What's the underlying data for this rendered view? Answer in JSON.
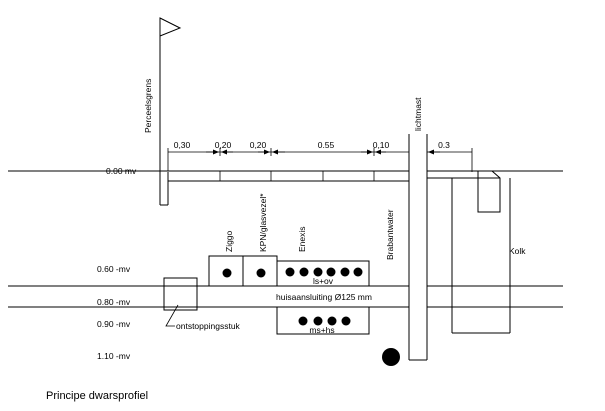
{
  "caption": "Principe dwarsprofiel",
  "levels": {
    "l0": "0.00 mv",
    "l060": "0.60 -mv",
    "l080": "0.80 -mv",
    "l090": "0.90 -mv",
    "l110": "1.10 -mv"
  },
  "dimensions": {
    "d1": "0,30",
    "d2": "0,20",
    "d3": "0,20",
    "d4": "0.55",
    "d5": "0,10",
    "d6": "0.3"
  },
  "vertical_labels": {
    "perceelsgrens": "Perceelsgrens",
    "lichtmast": "lichtmast",
    "ziggo": "Ziggo",
    "kpn": "KPN/glasvezel*",
    "enexis": "Enexis",
    "brabantwater": "Brabantwater"
  },
  "labels": {
    "kolk": "Kolk",
    "lsov": "ls+ov",
    "mshs": "ms+hs",
    "huisaansluiting": "huisaansluiting Ø125 mm",
    "ontstoppingsstuk": "ontstoppingsstuk"
  }
}
